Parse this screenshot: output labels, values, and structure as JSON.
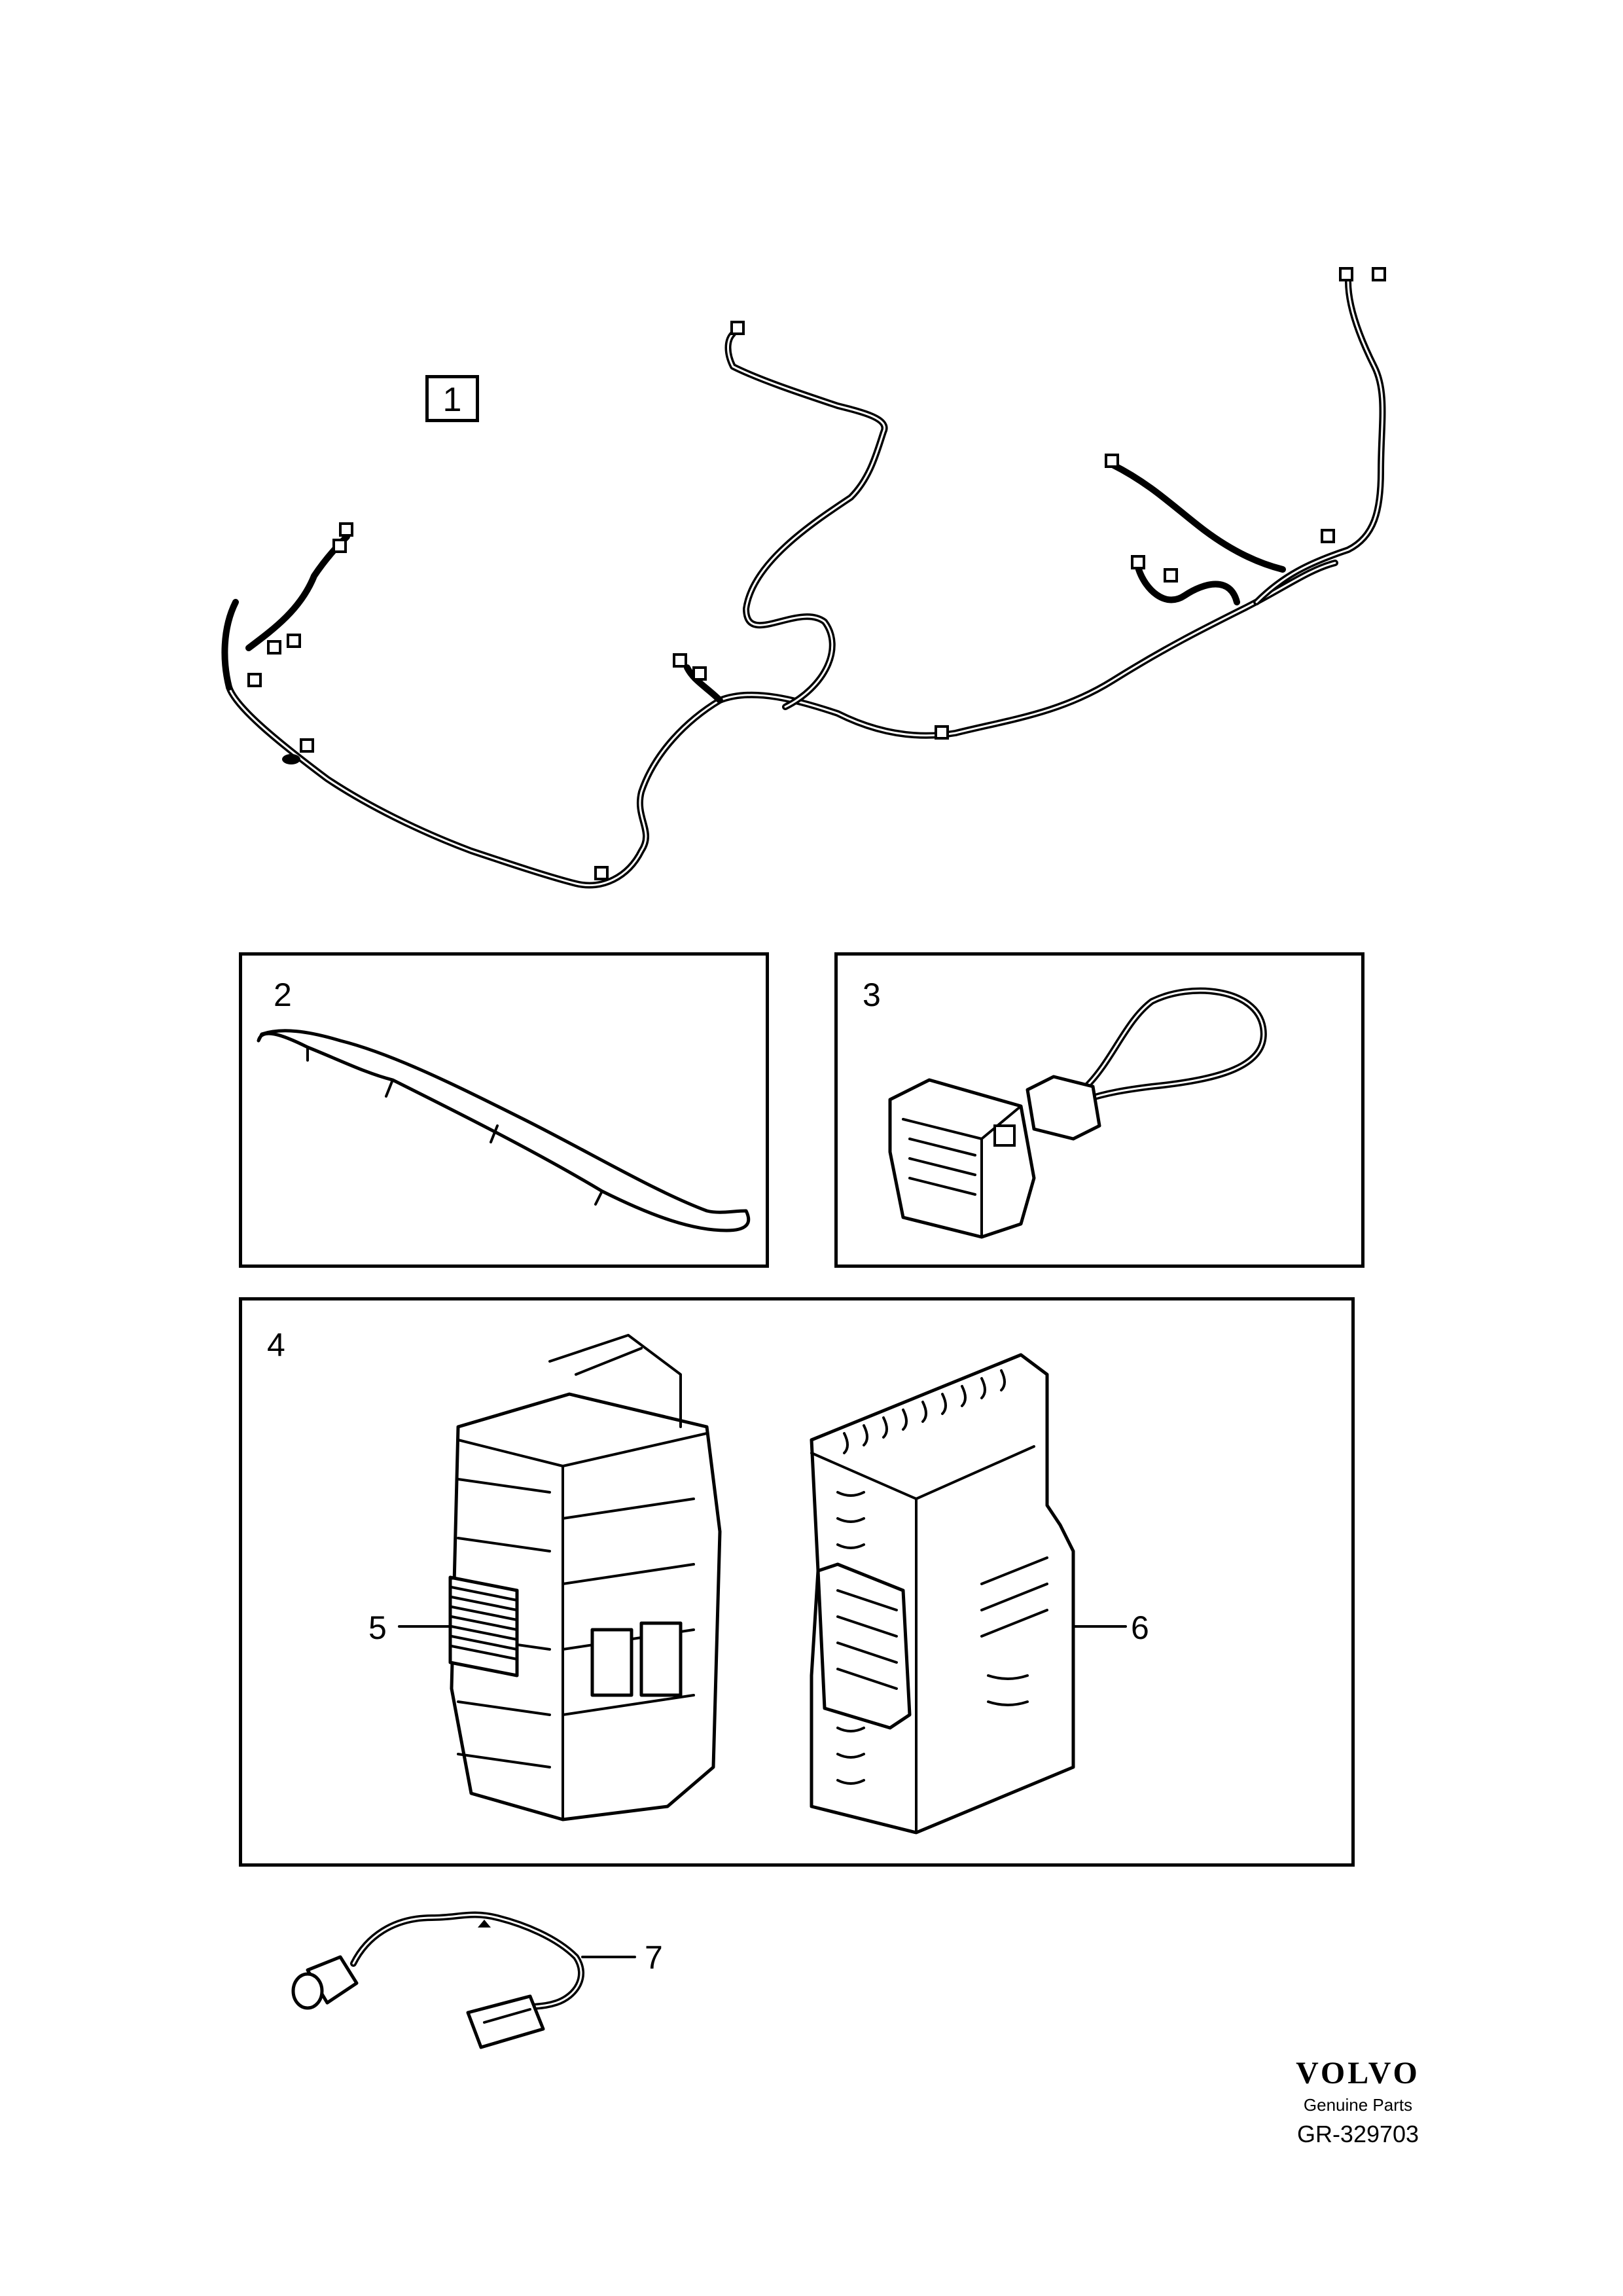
{
  "callouts": {
    "item1": "1",
    "item2": "2",
    "item3": "3",
    "item4": "4",
    "item5": "5",
    "item6": "6",
    "item7": "7"
  },
  "brand": {
    "logo_text": "VOLVO",
    "tagline": "Genuine Parts"
  },
  "drawing_ref": "GR-329703",
  "colors": {
    "line": "#000000",
    "background": "#ffffff"
  }
}
